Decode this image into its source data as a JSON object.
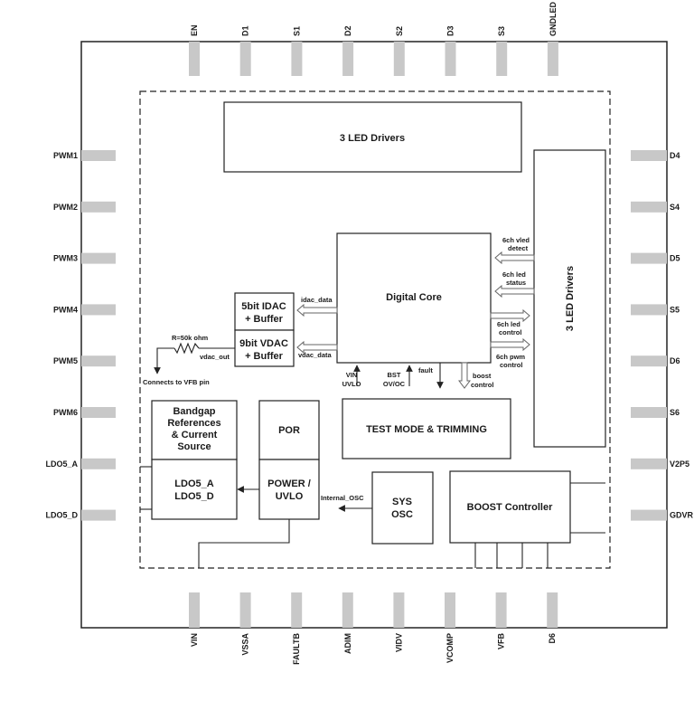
{
  "pins": {
    "top": [
      "EN",
      "D1",
      "S1",
      "D2",
      "S2",
      "D3",
      "S3",
      "GNDLED"
    ],
    "bottom": [
      "VIN",
      "VSSA",
      "FAULTB",
      "ADIM",
      "VIDV",
      "VCOMP",
      "VFB",
      "D6"
    ],
    "left": [
      "PWM1",
      "PWM2",
      "PWM3",
      "PWM4",
      "PWM5",
      "PWM6",
      "LDO5_A",
      "LDO5_D"
    ],
    "right": [
      "D4",
      "S4",
      "D5",
      "S5",
      "D6",
      "S6",
      "V2P5",
      "GDVR"
    ]
  },
  "blocks": {
    "led_top": [
      "3 LED Drivers"
    ],
    "led_right": [
      "3 LED Drivers"
    ],
    "digital_core": [
      "Digital Core"
    ],
    "idac": [
      "5bit IDAC",
      "+ Buffer"
    ],
    "vdac": [
      "9bit VDAC",
      "+ Buffer"
    ],
    "bandgap": [
      "Bandgap",
      "References",
      "& Current",
      "Source"
    ],
    "ldo": [
      "LDO5_A",
      "LDO5_D"
    ],
    "por": [
      "POR"
    ],
    "power_uvlo": [
      "POWER /",
      "UVLO"
    ],
    "test_mode": [
      "TEST MODE & TRIMMING"
    ],
    "sys_osc": [
      "SYS",
      "OSC"
    ],
    "boost_controller": [
      "BOOST Controller"
    ]
  },
  "signals": {
    "vled_detect": [
      "6ch vled",
      "detect"
    ],
    "led_status": [
      "6ch led",
      "status"
    ],
    "led_control": [
      "6ch led",
      "control"
    ],
    "pwm_control": [
      "6ch pwm",
      "control"
    ],
    "idac_data": [
      "idac_data"
    ],
    "vdac_data": [
      "vdac_data"
    ],
    "vin_uvlo": [
      "VIN",
      "UVLO"
    ],
    "bst_ovoc": [
      "BST",
      "OV/OC"
    ],
    "fault": [
      "fault"
    ],
    "boost_control": [
      "boost",
      "control"
    ],
    "internal_osc": [
      "Internal_OSC"
    ],
    "resistor": [
      "R=50k ohm"
    ],
    "vdac_out": [
      "vdac_out"
    ],
    "vfb_note": [
      "Connects to VFB pin"
    ]
  }
}
